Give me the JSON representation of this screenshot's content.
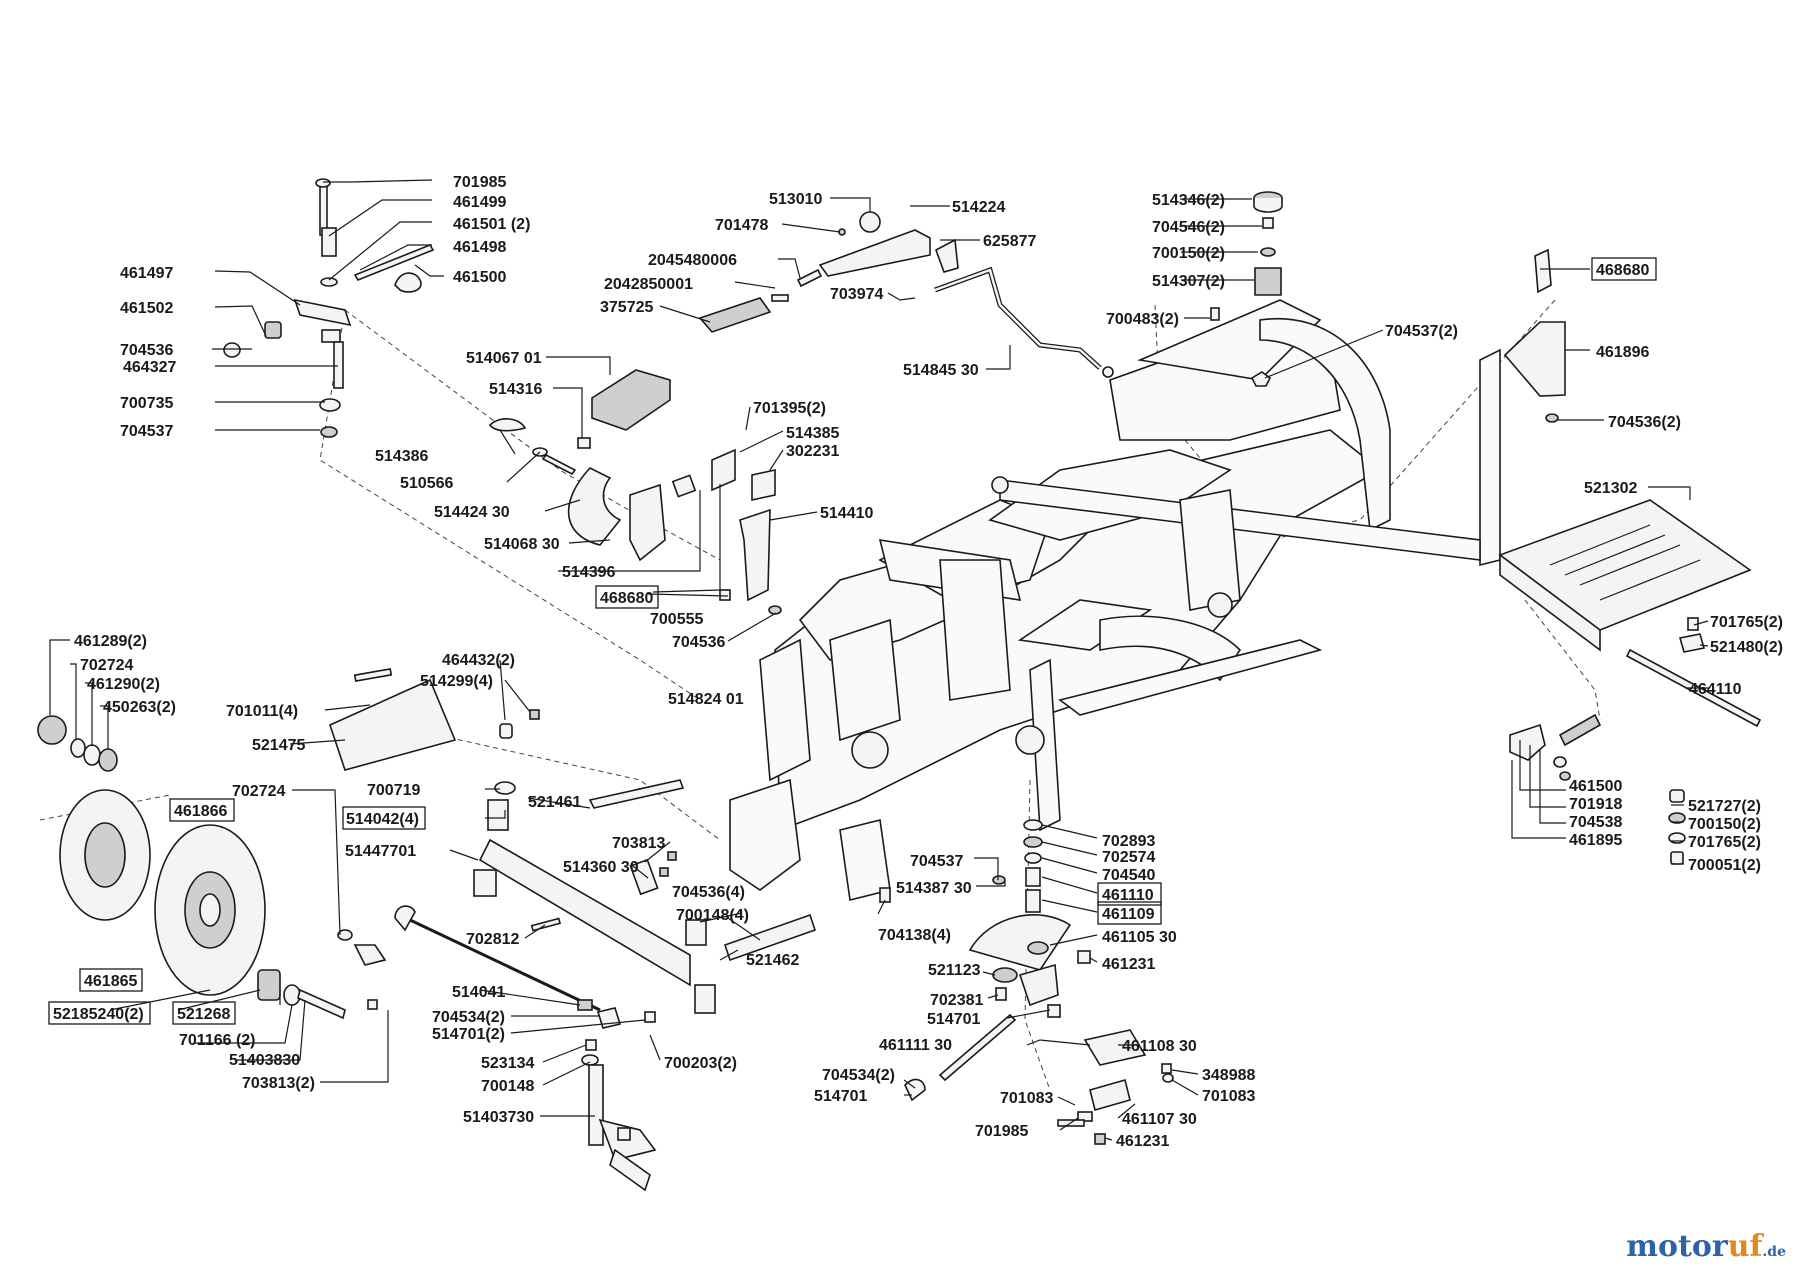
{
  "labels": [
    {
      "text": "701985"
    },
    {
      "text": "461499"
    },
    {
      "text": "461501 (2)"
    },
    {
      "text": "461498"
    },
    {
      "text": "461497"
    },
    {
      "text": "461500"
    },
    {
      "text": "461502"
    },
    {
      "text": "704536"
    },
    {
      "text": "464327"
    },
    {
      "text": "700735"
    },
    {
      "text": "704537"
    },
    {
      "text": "513010"
    },
    {
      "text": "514224"
    },
    {
      "text": "701478"
    },
    {
      "text": "625877"
    },
    {
      "text": "2045480006"
    },
    {
      "text": "2042850001"
    },
    {
      "text": "703974"
    },
    {
      "text": "375725"
    },
    {
      "text": "514845 30"
    },
    {
      "text": "514346(2)"
    },
    {
      "text": "704546(2)"
    },
    {
      "text": "700150(2)"
    },
    {
      "text": "514307(2)"
    },
    {
      "text": "700483(2)"
    },
    {
      "text": "704537(2)"
    },
    {
      "text": "468680"
    },
    {
      "text": "461896"
    },
    {
      "text": "704536(2)"
    },
    {
      "text": "514067 01"
    },
    {
      "text": "514316"
    },
    {
      "text": "701395(2)"
    },
    {
      "text": "514385"
    },
    {
      "text": "514386"
    },
    {
      "text": "302231"
    },
    {
      "text": "510566"
    },
    {
      "text": "514424 30"
    },
    {
      "text": "514410"
    },
    {
      "text": "514068 30"
    },
    {
      "text": "514396"
    },
    {
      "text": "468680"
    },
    {
      "text": "700555"
    },
    {
      "text": "704536"
    },
    {
      "text": "521302"
    },
    {
      "text": "701765(2)"
    },
    {
      "text": "521480(2)"
    },
    {
      "text": "464110"
    },
    {
      "text": "461500"
    },
    {
      "text": "701918"
    },
    {
      "text": "704538"
    },
    {
      "text": "461895"
    },
    {
      "text": "521727(2)"
    },
    {
      "text": "700150(2)"
    },
    {
      "text": "701765(2)"
    },
    {
      "text": "700051(2)"
    },
    {
      "text": "461289(2)"
    },
    {
      "text": "702724"
    },
    {
      "text": "461290(2)"
    },
    {
      "text": "450263(2)"
    },
    {
      "text": "701011(4)"
    },
    {
      "text": "464432(2)"
    },
    {
      "text": "514299(4)"
    },
    {
      "text": "521475"
    },
    {
      "text": "514824 01"
    },
    {
      "text": "461866"
    },
    {
      "text": "702724"
    },
    {
      "text": "700719"
    },
    {
      "text": "521461"
    },
    {
      "text": "514042(4)"
    },
    {
      "text": "51447701"
    },
    {
      "text": "703813"
    },
    {
      "text": "514360 30"
    },
    {
      "text": "704536(4)"
    },
    {
      "text": "700148(4)"
    },
    {
      "text": "521462"
    },
    {
      "text": "702812"
    },
    {
      "text": "461865"
    },
    {
      "text": "52185240(2)"
    },
    {
      "text": "521268"
    },
    {
      "text": "701166 (2)"
    },
    {
      "text": "51403830"
    },
    {
      "text": "703813(2)"
    },
    {
      "text": "514041"
    },
    {
      "text": "704534(2)"
    },
    {
      "text": "514701(2)"
    },
    {
      "text": "700203(2)"
    },
    {
      "text": "523134"
    },
    {
      "text": "700148"
    },
    {
      "text": "51403730"
    },
    {
      "text": "704537"
    },
    {
      "text": "514387 30"
    },
    {
      "text": "704138(4)"
    },
    {
      "text": "702893"
    },
    {
      "text": "702574"
    },
    {
      "text": "704540"
    },
    {
      "text": "461110"
    },
    {
      "text": "461109"
    },
    {
      "text": "461105 30"
    },
    {
      "text": "521123"
    },
    {
      "text": "461231"
    },
    {
      "text": "702381"
    },
    {
      "text": "514701"
    },
    {
      "text": "461111 30"
    },
    {
      "text": "461108 30"
    },
    {
      "text": "704534(2)"
    },
    {
      "text": "348988"
    },
    {
      "text": "514701"
    },
    {
      "text": "701083"
    },
    {
      "text": "701083"
    },
    {
      "text": "461107 30"
    },
    {
      "text": "701985"
    },
    {
      "text": "461231"
    }
  ],
  "watermark": {
    "brand_a": "motor",
    "brand_b": "uf",
    "suffix": ".de"
  }
}
